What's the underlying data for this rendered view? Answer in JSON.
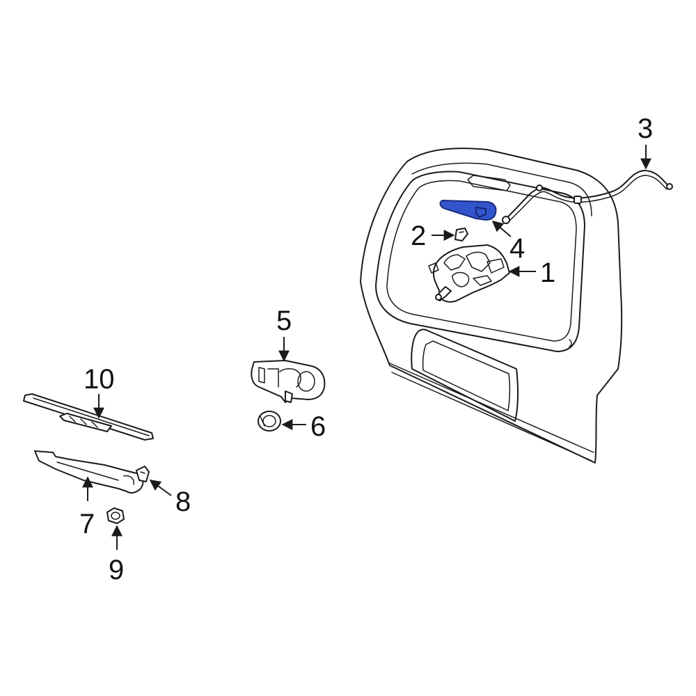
{
  "colors": {
    "line": "#1a1a1a",
    "highlight_fill": "#3355cc",
    "highlight_stroke": "#1a2a80",
    "background": "#ffffff"
  },
  "callouts": [
    {
      "id": "1",
      "label": "1"
    },
    {
      "id": "2",
      "label": "2"
    },
    {
      "id": "3",
      "label": "3"
    },
    {
      "id": "4",
      "label": "4"
    },
    {
      "id": "5",
      "label": "5"
    },
    {
      "id": "6",
      "label": "6"
    },
    {
      "id": "7",
      "label": "7"
    },
    {
      "id": "8",
      "label": "8"
    },
    {
      "id": "9",
      "label": "9"
    },
    {
      "id": "10",
      "label": "10"
    }
  ],
  "highlighted_part": "4"
}
